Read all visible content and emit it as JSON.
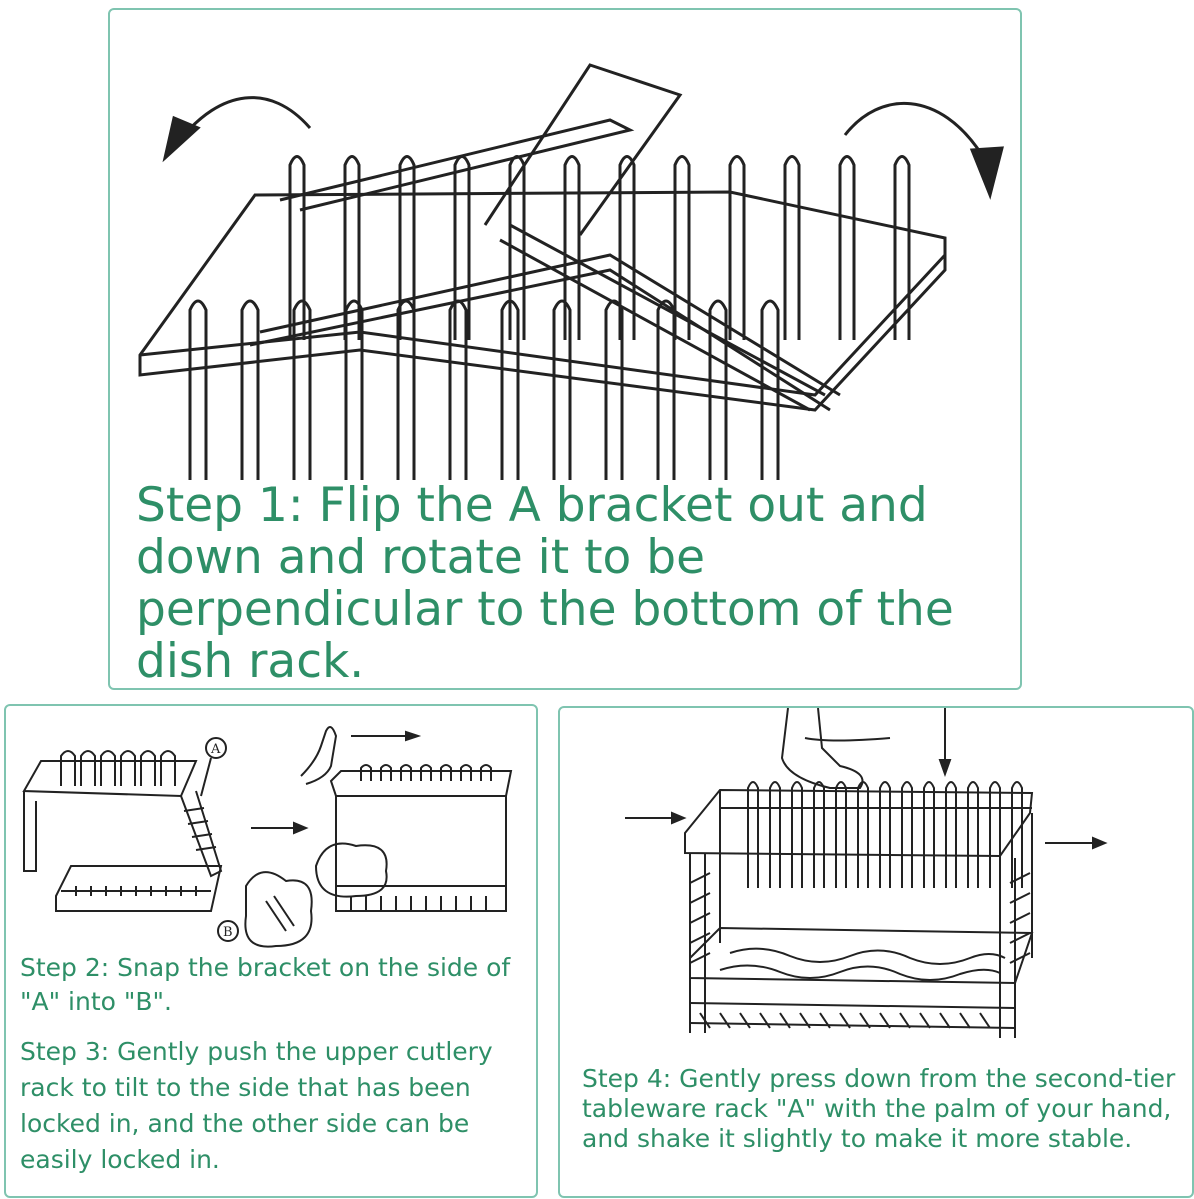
{
  "steps": {
    "step1": "Step 1: Flip the A bracket out and down and rotate it to be perpendicular to the bottom of the dish rack.",
    "step2": "Step 2: Snap the bracket on the side of \"A\" into \"B\".",
    "step3": "Step 3: Gently push the upper cutlery rack to tilt to the side that has been locked in, and the other side can be easily locked in.",
    "step4": "Step 4: Gently press down from the second-tier tableware rack \"A\" with the palm of your hand, and shake it slightly to make it more stable."
  },
  "callouts": {
    "a": "A",
    "b": "B"
  },
  "colors": {
    "border": "#7fc4b0",
    "text": "#2e8f67",
    "line": "#222222"
  }
}
